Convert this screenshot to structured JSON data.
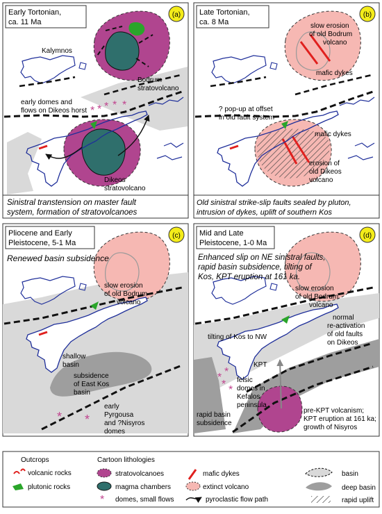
{
  "panels": {
    "a": {
      "letter": "(a)",
      "title": [
        "Early Tortonian,",
        "ca. 11 Ma"
      ],
      "labels": {
        "kalymnos": "Kalymnos",
        "bodrum": [
          "Bodrum",
          "stratovolcano"
        ],
        "domes": [
          "early domes and",
          "flows on Dikeos horst"
        ],
        "dikeos": [
          "Dikeos",
          "stratovolcano"
        ]
      },
      "caption": [
        "Sinistral transtension on master fault",
        "system, formation of stratovolcanoes"
      ]
    },
    "b": {
      "letter": "(b)",
      "title": [
        "Late Tortonian,",
        "ca. 8 Ma"
      ],
      "labels": {
        "bodrum": [
          "slow erosion",
          "of old Bodrum",
          "volcano"
        ],
        "mafic1": "mafic dykes",
        "popup": [
          "? pop-up at offset",
          "in old fault system"
        ],
        "mafic2": "mafic dykes",
        "dikeos": [
          "erosion of",
          "old Dikeos",
          "volcano"
        ]
      },
      "caption": [
        "Old sinistral strike-slip faults sealed by pluton,",
        "intrusion of dykes, uplift of southern Kos"
      ]
    },
    "c": {
      "letter": "(c)",
      "title": [
        "Pliocene and Early",
        "Pleistocene, 5-1 Ma"
      ],
      "subtitle": "Renewed basin subsidence",
      "labels": {
        "bodrum": [
          "slow erosion",
          "of old Bodrum",
          "volcano"
        ],
        "shallow": [
          "shallow",
          "basin"
        ],
        "eastkos": [
          "subsidence",
          "of East Kos",
          "basin"
        ],
        "pyrgousa": [
          "early",
          "Pyrgousa",
          "and ?Nisyros",
          "domes"
        ]
      }
    },
    "d": {
      "letter": "(d)",
      "title": [
        "Mid and Late",
        "Pleistocene, 1-0 Ma"
      ],
      "subtitle": [
        "Enhanced slip on NE sinistral faults,",
        "rapid basin subsidence, tilting of",
        "Kos, KPT eruption at 161 ka."
      ],
      "labels": {
        "bodrum": [
          "slow erosion",
          "of old Bodrum",
          "volcano"
        ],
        "normal": [
          "normal",
          "re-activation",
          "of old faults",
          "on Dikeos"
        ],
        "tilting": "tilting of Kos to NW",
        "kpt": "KPT",
        "felsic": [
          "felsic",
          "domes in",
          "Kefalos",
          "peninsula"
        ],
        "rapid": [
          "rapid basin",
          "subsidence"
        ],
        "prekpt": [
          "pre-KPT volcanism;",
          "KPT eruption at 161 ka;",
          "growth of Nisyros"
        ]
      }
    }
  },
  "legend": {
    "outcrops_title": "Outcrops",
    "volcanic": "volcanic rocks",
    "plutonic": "plutonic rocks",
    "cartoon_title": "Cartoon lithologies",
    "strato": "stratovolcanoes",
    "magma": "magma chambers",
    "domes": "domes, small flows",
    "mafic": "mafic dykes",
    "extinct": "extinct volcano",
    "pyro": "pyroclastic flow path",
    "basin": "basin",
    "deep": "deep basin",
    "uplift": "rapid uplift"
  },
  "colors": {
    "strato": "#b0458f",
    "magma": "#2f6f6c",
    "extinct": "#f6b8b3",
    "basin": "#d9d9d9",
    "deep": "#9e9e9e",
    "coast": "#1f2f9a",
    "plutonic": "#2aa52a",
    "dyke": "#e0201e",
    "domes": "#c0448f"
  }
}
